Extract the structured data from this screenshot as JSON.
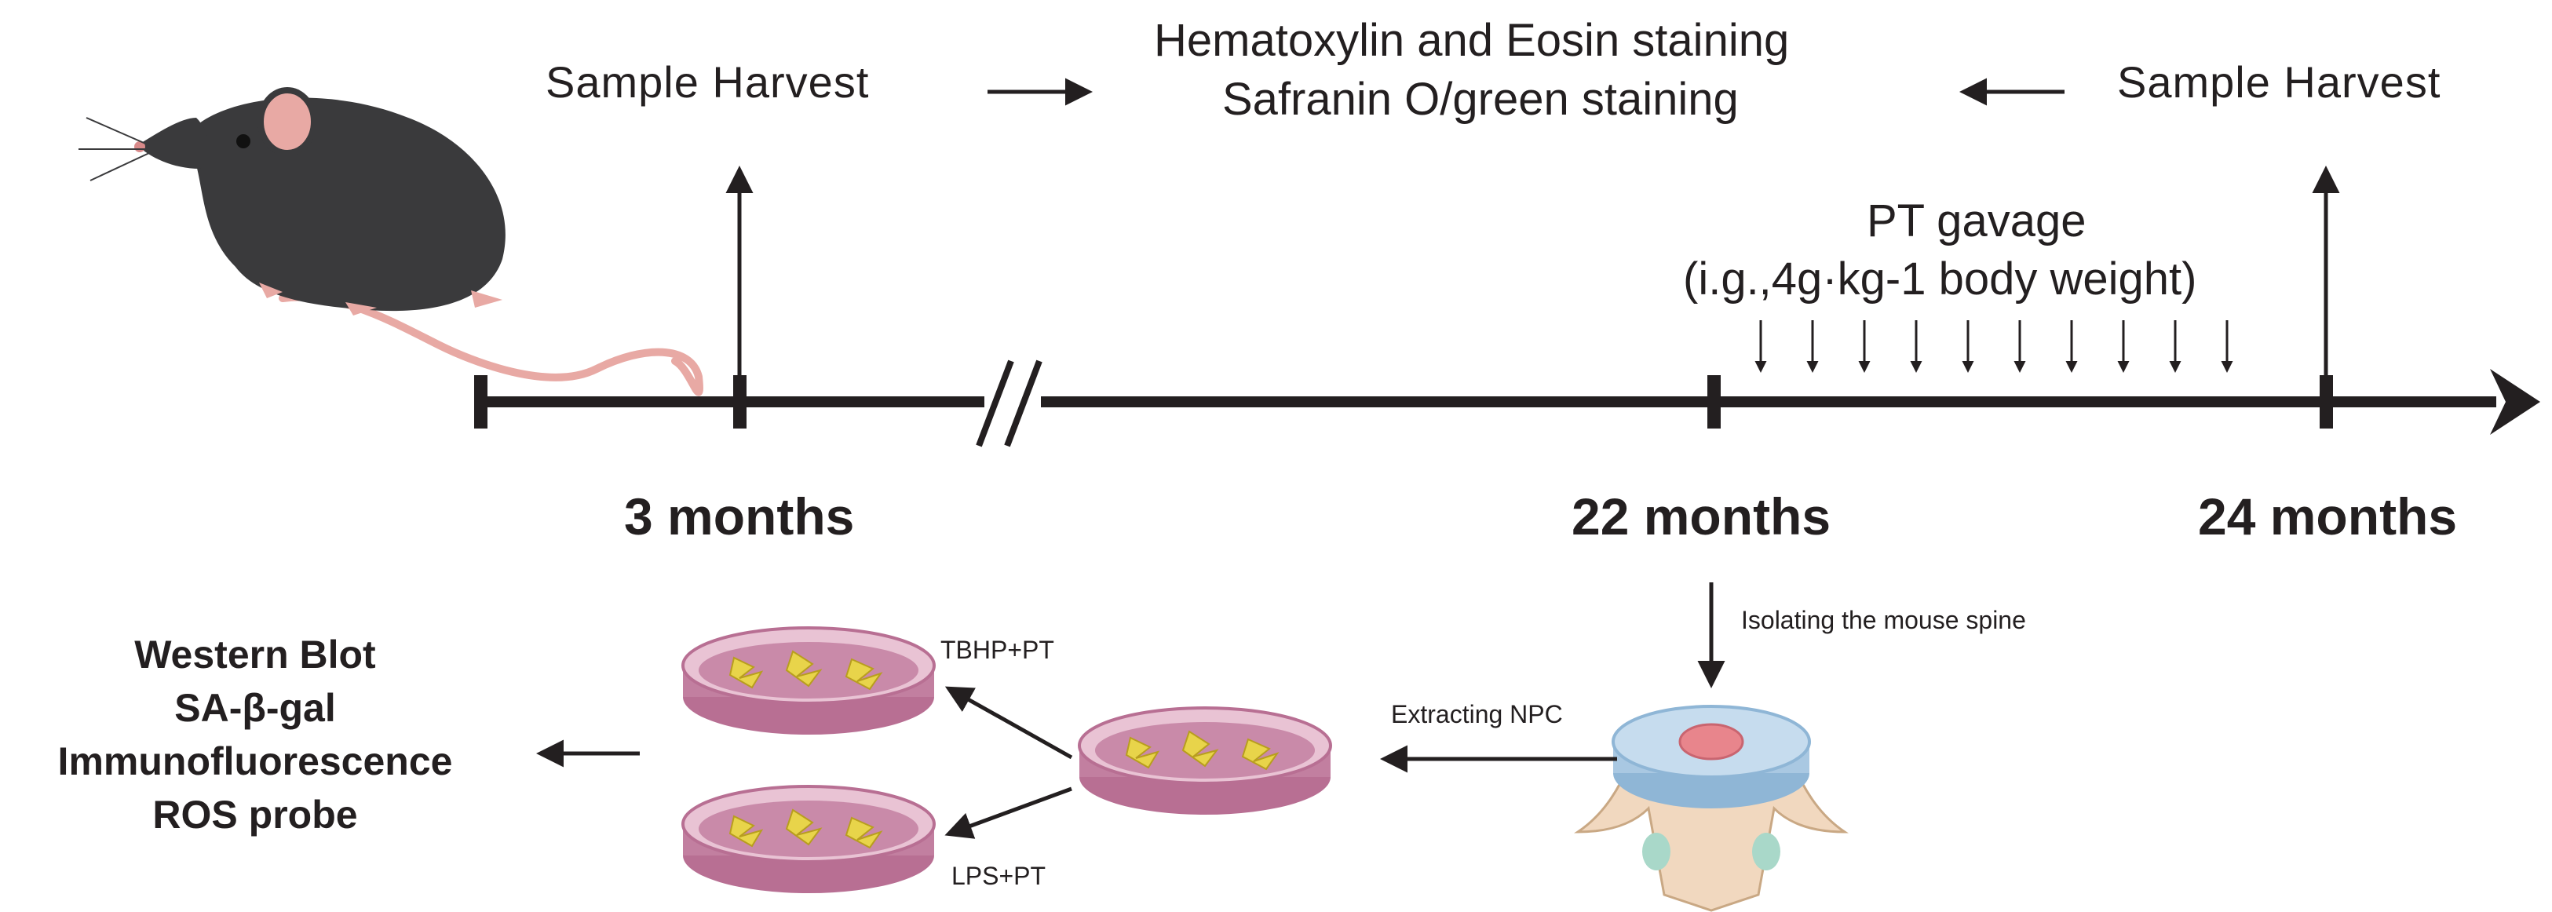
{
  "figure": {
    "top_left_label": "Sample Harvest",
    "top_right_label": "Sample Harvest",
    "staining": [
      "Hematoxylin and Eosin staining",
      "Safranin O/green staining"
    ],
    "treatment": {
      "title": "PT gavage",
      "dose": "(i.g.,4g·kg-1 body weight)"
    },
    "timepoints": {
      "t1": "3 months",
      "t2": "22 months",
      "t3": "24 months"
    },
    "steps": {
      "isolate": "Isolating the mouse spine",
      "extract": "Extracting NPC",
      "tbhp": "TBHP+PT",
      "lps": "LPS+PT"
    },
    "assays": [
      "Western Blot",
      "SA-β-gal",
      "Immunofluorescence",
      "ROS probe"
    ]
  },
  "colors": {
    "ink": "#231f20",
    "mouse_body": "#3a3a3c",
    "mouse_ear": "#e8a9a4",
    "dish_medium": "#c27fa0",
    "dish_rim": "#e9c3d4",
    "cells": "#e8d44a",
    "disc_annulus": "#bcd6ea",
    "disc_nucleus": "#e8858c",
    "vertebra": "#f1d8bf"
  },
  "icons": [
    "mouse-icon",
    "culture-dish-icon",
    "intervertebral-disc-icon"
  ]
}
